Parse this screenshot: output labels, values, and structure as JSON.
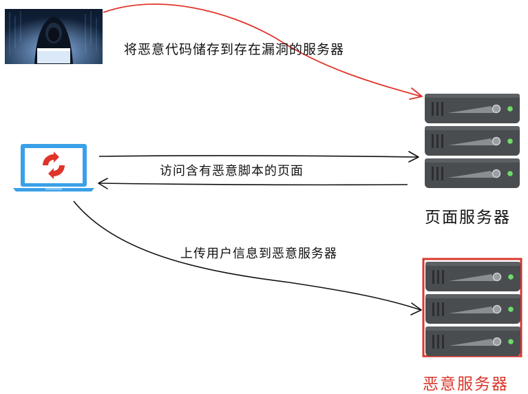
{
  "arrows": {
    "store_malicious_code": "将恶意代码储存到存在漏洞的服务器",
    "visit_malicious_page": "访问含有恶意脚本的页面",
    "upload_user_info": "上传用户信息到恶意服务器"
  },
  "servers": {
    "page_server_label": "页面服务器",
    "malicious_server_label": "恶意服务器"
  },
  "colors": {
    "red_arrow": "#e0342a",
    "malicious_accent": "#d9362b",
    "laptop_blue": "#3aa0e8",
    "server_body": "#4a4d50",
    "server_led": "#6ddc6a"
  },
  "icons": {
    "hacker": "hacker-photo-icon",
    "laptop": "laptop-refresh-icon",
    "server": "server-rack-icon"
  }
}
